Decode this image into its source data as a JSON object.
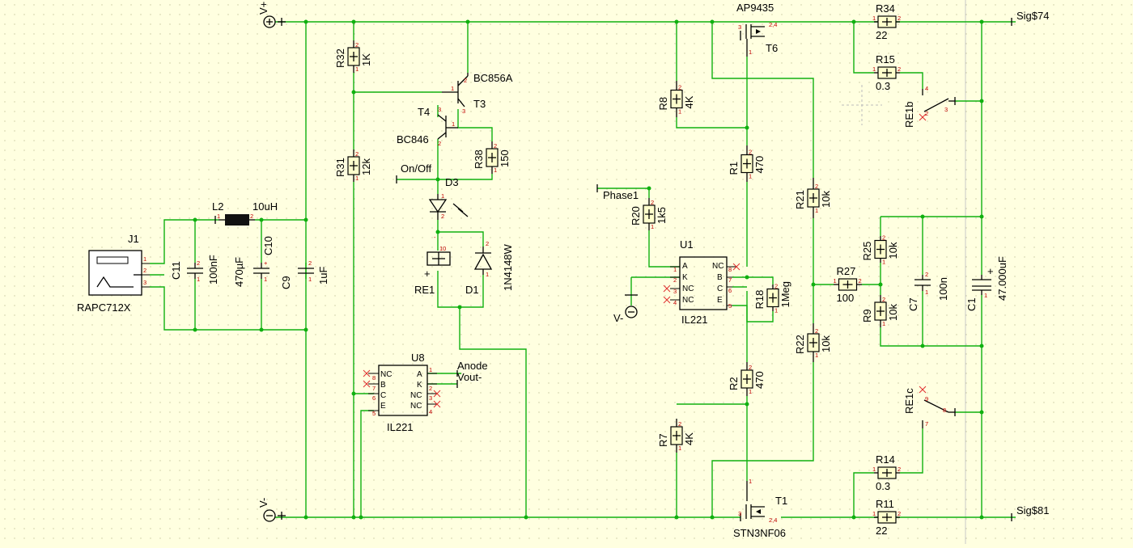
{
  "canvas": {
    "background": "#ffffe0",
    "wire_color": "#10b010",
    "pin_number_color": "#c00000"
  },
  "power": {
    "vplus": "V+",
    "vminus": "V-",
    "u1_vminus": "V-"
  },
  "nets": {
    "sig74": "Sig$74",
    "sig81": "Sig$81",
    "on_off": "On/Off",
    "phase1": "Phase1",
    "anode": "Anode",
    "vout": "Vout-"
  },
  "components": {
    "J1": {
      "ref": "J1",
      "value": "RAPC712X"
    },
    "L2": {
      "ref": "L2",
      "value": "10uH"
    },
    "C11": {
      "ref": "C11",
      "value": "100nF"
    },
    "C10": {
      "ref": "C10",
      "value": "470µF"
    },
    "C9": {
      "ref": "C9",
      "value": "1uF"
    },
    "R32": {
      "ref": "R32",
      "value": "1K"
    },
    "R31": {
      "ref": "R31",
      "value": "12k"
    },
    "T3": {
      "ref": "T3",
      "value": "BC856A"
    },
    "T4": {
      "ref": "T4",
      "value": "BC846"
    },
    "R38": {
      "ref": "R38",
      "value": "150"
    },
    "D3": {
      "ref": "D3"
    },
    "RE1": {
      "ref": "RE1"
    },
    "D1": {
      "ref": "D1",
      "value": "1N4148W"
    },
    "U8": {
      "ref": "U8",
      "value": "IL221",
      "pins": [
        "NC",
        "B",
        "C",
        "E",
        "A",
        "K",
        "NC",
        "NC"
      ]
    },
    "T6": {
      "ref": "T6",
      "value": "AP9435"
    },
    "T1": {
      "ref": "T1",
      "value": "STN3NF06"
    },
    "R8": {
      "ref": "R8",
      "value": "4K"
    },
    "R1": {
      "ref": "R1",
      "value": "470"
    },
    "R2": {
      "ref": "R2",
      "value": "470"
    },
    "R7": {
      "ref": "R7",
      "value": "4K"
    },
    "R20": {
      "ref": "R20",
      "value": "1k5"
    },
    "U1": {
      "ref": "U1",
      "value": "IL221",
      "pins": [
        "A",
        "K",
        "NC",
        "NC",
        "NC",
        "B",
        "C",
        "E"
      ]
    },
    "R18": {
      "ref": "R18",
      "value": "1Meg"
    },
    "R21": {
      "ref": "R21",
      "value": "10k"
    },
    "R22": {
      "ref": "R22",
      "value": "10k"
    },
    "R27": {
      "ref": "R27",
      "value": "100"
    },
    "R25": {
      "ref": "R25",
      "value": "10k"
    },
    "R9": {
      "ref": "R9",
      "value": "10k"
    },
    "C7": {
      "ref": "C7",
      "value": "100n"
    },
    "C1": {
      "ref": "C1",
      "value": "47.000uF"
    },
    "R34": {
      "ref": "R34",
      "value": "22"
    },
    "R15": {
      "ref": "R15",
      "value": "0.3"
    },
    "R14": {
      "ref": "R14",
      "value": "0.3"
    },
    "R11": {
      "ref": "R11",
      "value": "22"
    },
    "RE1b": {
      "ref": "RE1b"
    },
    "RE1c": {
      "ref": "RE1c"
    }
  },
  "pins": {
    "p1": "1",
    "p2": "2",
    "p3": "3",
    "p4": "4",
    "p5": "5",
    "p6": "6",
    "p7": "7",
    "p8": "8",
    "p9": "9",
    "p10": "10",
    "p2plus": "2,4",
    "plus": "+",
    "minus": "-"
  }
}
